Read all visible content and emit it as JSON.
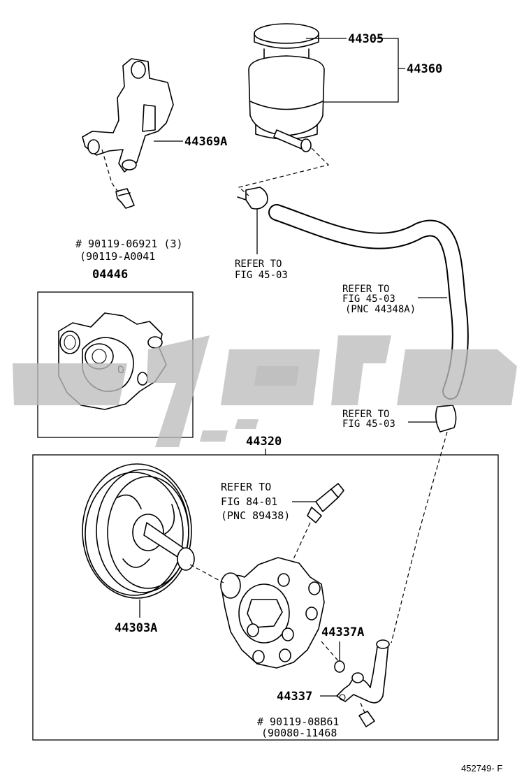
{
  "parts": {
    "reservoir_cap": "44305",
    "reservoir_assy": "44360",
    "bracket": "44369A",
    "bolt_code": "# 90119-06921 (3)",
    "bolt_alt_code": "(90119-A0041",
    "kit": "04446",
    "pump_assy": "44320",
    "pulley": "44303A",
    "oring": "44337A",
    "union": "44337",
    "union_bolt_code": "# 90119-08B61",
    "union_bolt_alt_code": "(90080-11468"
  },
  "refs": {
    "clamp_ref_line1": "REFER TO",
    "clamp_ref_line2": "FIG 45-03",
    "hose_ref_line1": "REFER TO",
    "hose_ref_line2": "FIG 45-03",
    "hose_ref_line3": "(PNC 44348A)",
    "lower_clamp_ref_line1": "REFER TO",
    "lower_clamp_ref_line2": "FIG 45-03",
    "sensor_ref_line1": "REFER TO",
    "sensor_ref_line2": "FIG  84-01",
    "sensor_ref_line3": "(PNC 89438)"
  },
  "figure_code": "452749- F"
}
